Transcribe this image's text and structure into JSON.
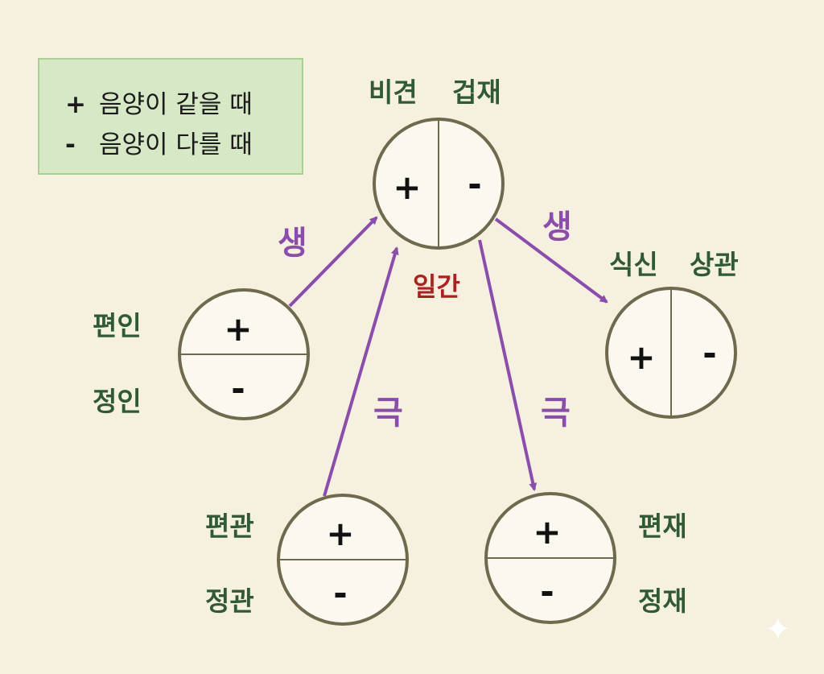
{
  "legend": {
    "same": {
      "symbol": "+",
      "text": "음양이 같을 때"
    },
    "different": {
      "symbol": "-",
      "text": "음양이 다를 때"
    }
  },
  "center": {
    "top_left": "비견",
    "top_right": "겁재",
    "plus": "+",
    "minus": "-",
    "caption": "일간"
  },
  "resource": {
    "top": "편인",
    "bottom": "정인",
    "plus": "+",
    "minus": "-"
  },
  "output": {
    "top_left": "식신",
    "top_right": "상관",
    "plus": "+",
    "minus": "-"
  },
  "officer": {
    "top": "편관",
    "bottom": "정관",
    "plus": "+",
    "minus": "-"
  },
  "wealth": {
    "top": "편재",
    "bottom": "정재",
    "plus": "+",
    "minus": "-"
  },
  "relations": {
    "resource_to_center": "생",
    "center_to_output": "생",
    "officer_to_center": "극",
    "center_to_wealth": "극"
  },
  "colors": {
    "background": "#f6f0df",
    "circle_fill": "#fbf8ef",
    "circle_stroke": "#6f6a4e",
    "arrow": "#8a4cae",
    "label": "#2f5a34",
    "ilgan": "#b21e1e",
    "legend_fill": "#d6e8c6",
    "legend_border": "#a9cf94"
  }
}
